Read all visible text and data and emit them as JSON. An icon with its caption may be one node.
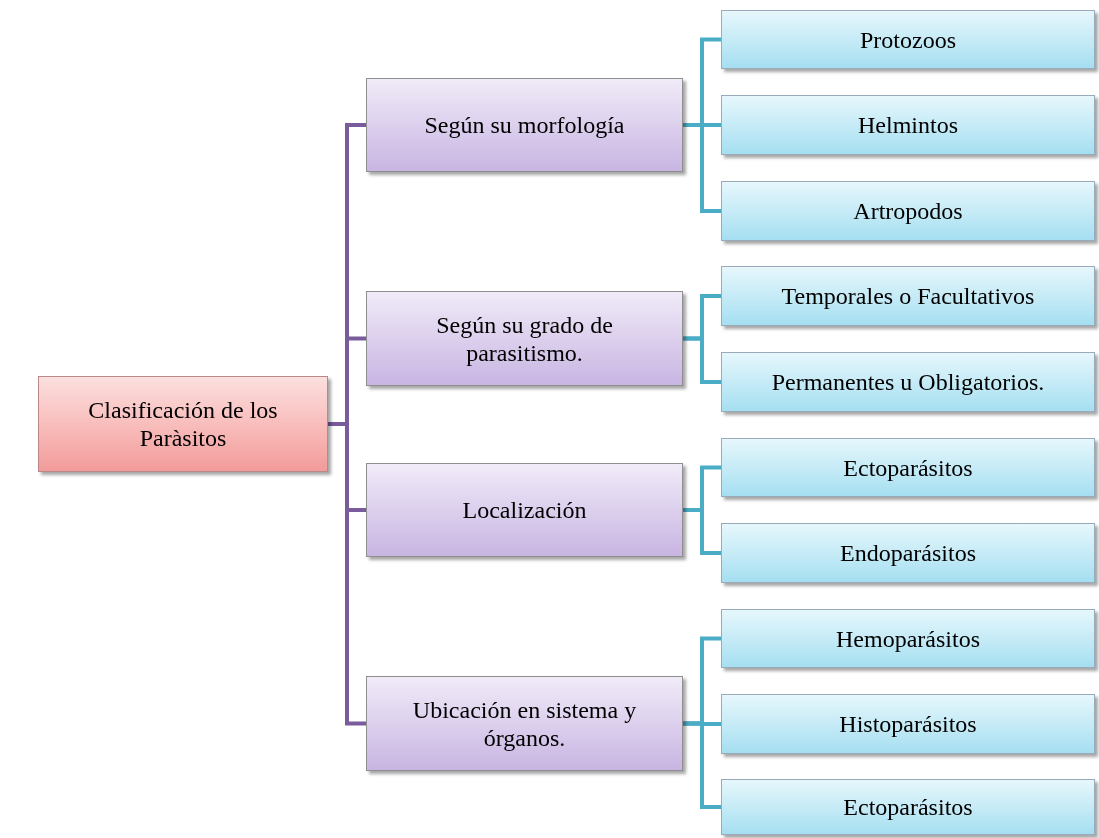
{
  "diagram": {
    "nodes": [
      {
        "text": [
          "Clasificación de los Paràsitos"
        ]
      },
      {
        "text": [
          "Según su morfología"
        ]
      },
      {
        "text": [
          "Según su grado de parasitismo."
        ]
      },
      {
        "text": [
          "Localización"
        ]
      },
      {
        "text": [
          "Ubicación en sistema y órganos."
        ]
      },
      {
        "text": [
          "Protozoos"
        ]
      },
      {
        "text": [
          "Helmintos"
        ]
      },
      {
        "text": [
          "Artropodos"
        ]
      },
      {
        "text": [
          "Temporales o Facultativos"
        ]
      },
      {
        "text": [
          "Permanentes u Obligatorios."
        ]
      },
      {
        "text": [
          "Ectoparásitos"
        ]
      },
      {
        "text": [
          "Endoparásitos"
        ]
      },
      {
        "text": [
          "Hemoparásitos"
        ]
      },
      {
        "text": [
          "Histoparásitos"
        ]
      },
      {
        "text": [
          "Ectoparásitos"
        ]
      }
    ],
    "edges": [
      {
        "from": 0,
        "to": 1,
        "arrow": "none"
      },
      {
        "from": 0,
        "to": 2,
        "arrow": "none"
      },
      {
        "from": 0,
        "to": 3,
        "arrow": "none"
      },
      {
        "from": 0,
        "to": 4,
        "arrow": "none"
      },
      {
        "from": 1,
        "to": 5,
        "arrow": "none",
        "color": "#4bacc6"
      },
      {
        "from": 1,
        "to": 6,
        "arrow": "none",
        "color": "#4bacc6"
      },
      {
        "from": 1,
        "to": 7,
        "arrow": "none",
        "color": "#4bacc6"
      },
      {
        "from": 2,
        "to": 8,
        "arrow": "none",
        "color": "#4bacc6"
      },
      {
        "from": 2,
        "to": 9,
        "arrow": "none",
        "color": "#4bacc6"
      },
      {
        "from": 3,
        "to": 10,
        "arrow": "none",
        "color": "#4bacc6"
      },
      {
        "from": 3,
        "to": 11,
        "arrow": "none",
        "color": "#4bacc6"
      },
      {
        "from": 4,
        "to": 12,
        "arrow": "none",
        "color": "#4bacc6"
      },
      {
        "from": 4,
        "to": 13,
        "arrow": "none",
        "color": "#4bacc6"
      },
      {
        "from": 4,
        "to": 14,
        "arrow": "none",
        "color": "#4bacc6"
      }
    ]
  }
}
